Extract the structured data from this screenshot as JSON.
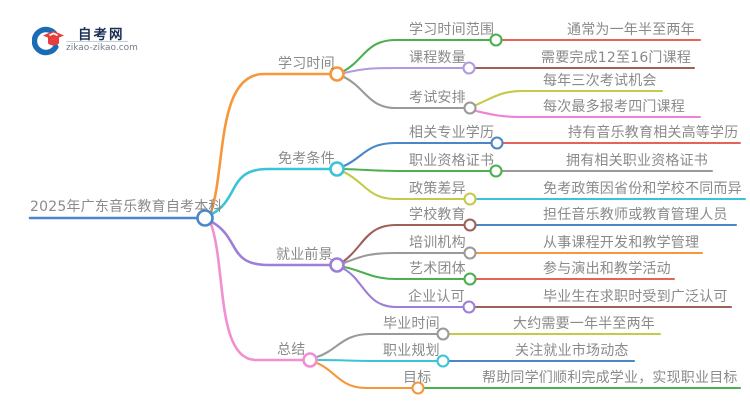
{
  "logo": {
    "title": "自考网",
    "domain": "zikao-zikao.com"
  },
  "root": {
    "label": "2025年广东音乐教育自考本科"
  },
  "branches": [
    {
      "label": "学习时间",
      "children": [
        {
          "label": "学习时间范围",
          "leaves": [
            "通常为一年半至两年"
          ]
        },
        {
          "label": "课程数量",
          "leaves": [
            "需要完成12至16门课程"
          ]
        },
        {
          "label": "考试安排",
          "leaves": [
            "每年三次考试机会",
            "每次最多报考四门课程"
          ]
        }
      ]
    },
    {
      "label": "免考条件",
      "children": [
        {
          "label": "相关专业学历",
          "leaves": [
            "持有音乐教育相关高等学历"
          ]
        },
        {
          "label": "职业资格证书",
          "leaves": [
            "拥有相关职业资格证书"
          ]
        },
        {
          "label": "政策差异",
          "leaves": [
            "免考政策因省份和学校不同而异"
          ]
        }
      ]
    },
    {
      "label": "就业前景",
      "children": [
        {
          "label": "学校教育",
          "leaves": [
            "担任音乐教师或教育管理人员"
          ]
        },
        {
          "label": "培训机构",
          "leaves": [
            "从事课程开发和教学管理"
          ]
        },
        {
          "label": "艺术团体",
          "leaves": [
            "参与演出和教学活动"
          ]
        },
        {
          "label": "企业认可",
          "leaves": [
            "毕业生在求职时受到广泛认可"
          ]
        }
      ]
    },
    {
      "label": "总结",
      "children": [
        {
          "label": "毕业时间",
          "leaves": [
            "大约需要一年半至两年"
          ]
        },
        {
          "label": "职业规划",
          "leaves": [
            "关注就业市场动态"
          ]
        },
        {
          "label": "目标",
          "leaves": [
            "帮助同学们顺利完成学业，实现职业目标"
          ]
        }
      ]
    }
  ],
  "palette": {
    "blue": "#4a86c8",
    "orange": "#f7973b",
    "cyan": "#3bc3d7",
    "purple": "#9d7ed8",
    "pink": "#f18fd1",
    "green": "#4caf50",
    "lavender": "#b29add",
    "gray": "#9a9a9a",
    "red": "#e66358",
    "brown": "#a0605a",
    "olive": "#c6c94b",
    "magenta": "#ee82d8",
    "text_gray": "#8a8a8a",
    "logo_blue": "#1a6cb5",
    "logo_red": "#e53e3e",
    "logo_navy": "#1c2f55"
  }
}
